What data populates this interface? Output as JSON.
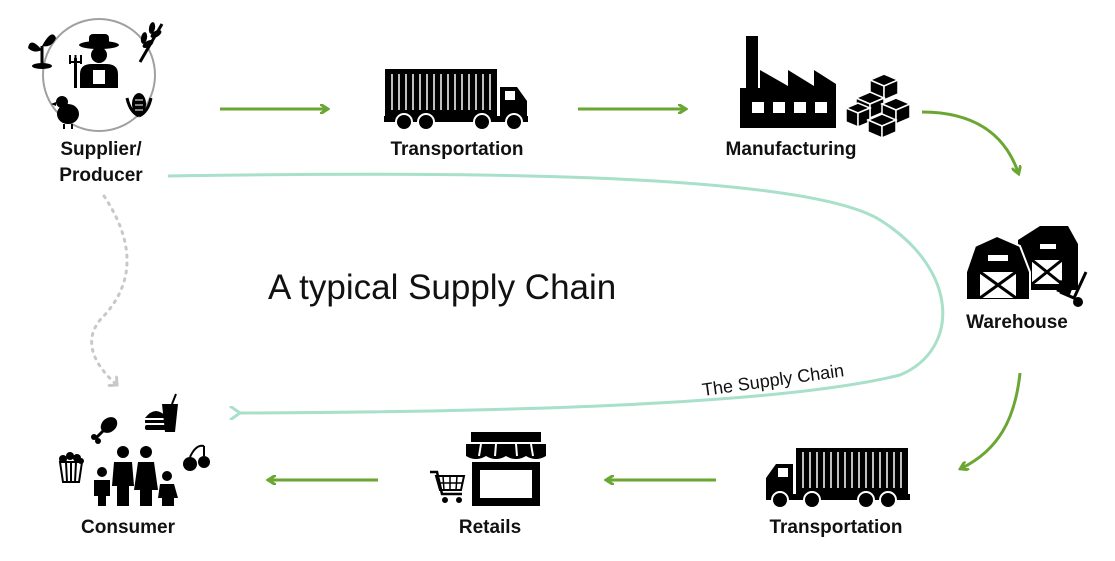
{
  "title": "A typical Supply Chain",
  "curve_label": "The Supply Chain",
  "nodes": {
    "supplier_line1": "Supplier/",
    "supplier_line2": "Producer",
    "transportation_top": "Transportation",
    "manufacturing": "Manufacturing",
    "warehouse": "Warehouse",
    "transportation_bottom": "Transportation",
    "retails": "Retails",
    "consumer": "Consumer"
  },
  "colors": {
    "flow_arrow": "#6aa632",
    "supply_chain_curve": "#a8e0c9",
    "direct_path": "#c8c8c8",
    "icon": "#000000"
  },
  "icons": [
    "farmer-icon",
    "truck-icon",
    "factory-icon",
    "boxes-icon",
    "warehouse-icon",
    "hand-truck-icon",
    "store-icon",
    "shopping-cart-icon",
    "family-icon",
    "food-icons"
  ]
}
